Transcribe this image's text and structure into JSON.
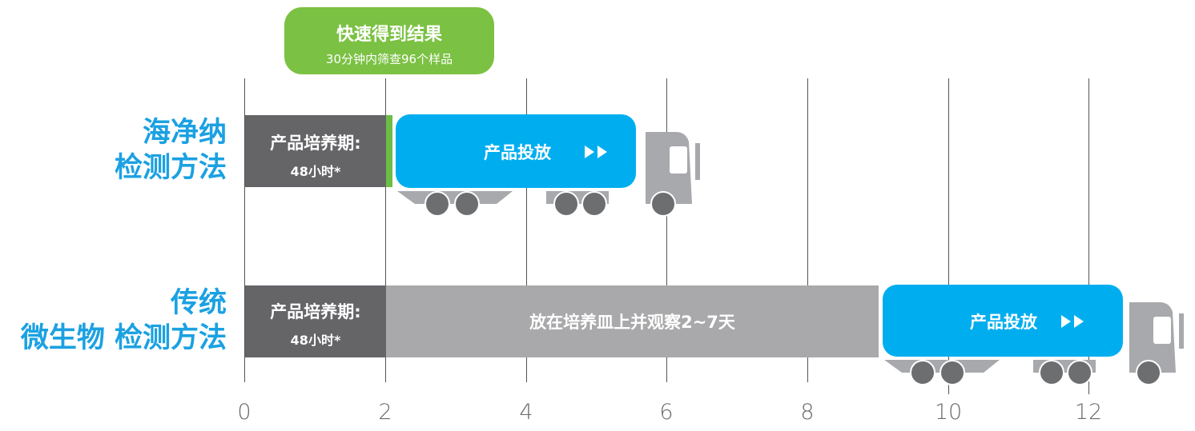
{
  "callout": {
    "title": "快速得到结果",
    "subtitle": "30分钟内筛查96个样品"
  },
  "rows": [
    {
      "label_line1": "海净纳",
      "label_line2": "检测方法"
    },
    {
      "label_line1": "传统",
      "label_line2": "微生物 检测方法"
    }
  ],
  "incubation": {
    "title": "产品培养期:",
    "duration": "48小时*"
  },
  "observation_text": "放在培养皿上并观察2~7天",
  "release_text": "产品投放",
  "release_icon": "fast-forward-icon",
  "axis": {
    "ticks": [
      "0",
      "2",
      "4",
      "6",
      "8",
      "10",
      "12"
    ]
  },
  "colors": {
    "accent_blue": "#00aeef",
    "label_blue": "#1ba1e2",
    "dark_grey": "#656568",
    "light_grey": "#a9a9ab",
    "green": "#6cbd45",
    "truck_grey": "#a7a9ac",
    "wheel": "#6d6e70"
  }
}
